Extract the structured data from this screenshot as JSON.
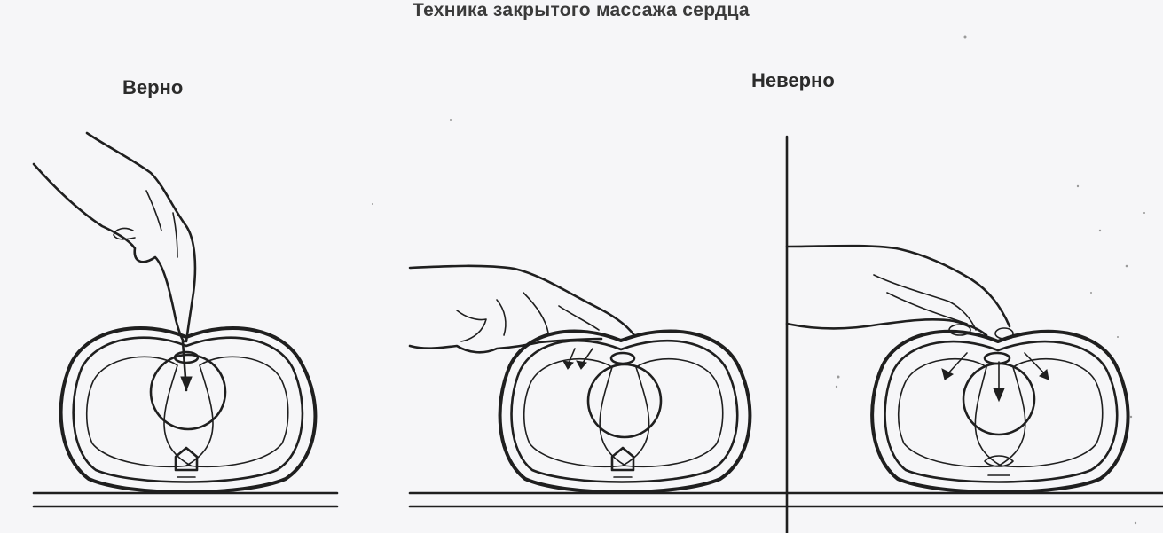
{
  "title": "Техника закрытого массажа сердца",
  "label_correct": "Верно",
  "label_incorrect": "Неверно",
  "colors": {
    "background": "#f6f6f8",
    "ink": "#1f1f1f"
  }
}
